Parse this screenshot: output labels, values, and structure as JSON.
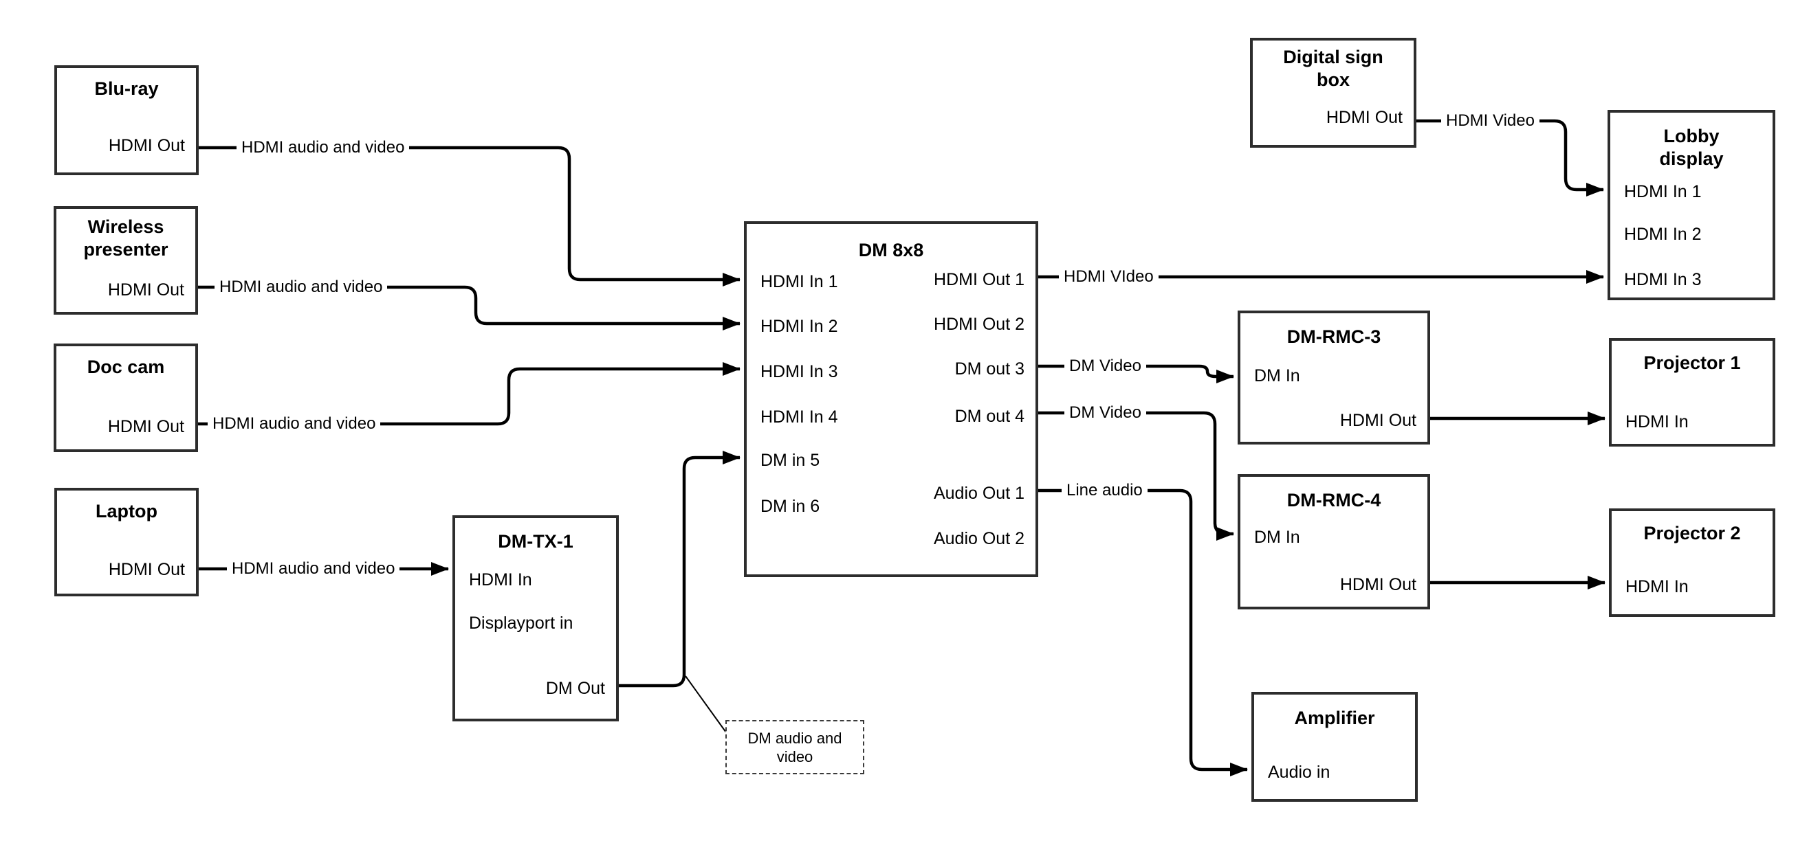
{
  "nodes": {
    "bluray": {
      "title": "Blu-ray",
      "ports": [
        "HDMI Out"
      ]
    },
    "wireless": {
      "title": "Wireless presenter",
      "ports": [
        "HDMI Out"
      ]
    },
    "doc_cam": {
      "title": "Doc cam",
      "ports": [
        "HDMI Out"
      ]
    },
    "laptop": {
      "title": "Laptop",
      "ports": [
        "HDMI Out"
      ]
    },
    "dm_tx_1": {
      "title": "DM-TX-1",
      "ports": [
        "HDMI In",
        "Displayport in",
        "DM Out"
      ]
    },
    "dm_8x8": {
      "title": "DM 8x8",
      "ports_left": [
        "HDMI In 1",
        "HDMI In 2",
        "HDMI In 3",
        "HDMI In 4",
        "DM in 5",
        "DM in 6"
      ],
      "ports_right": [
        "HDMI Out 1",
        "HDMI Out 2",
        "DM out 3",
        "DM out 4",
        "Audio Out 1",
        "Audio Out 2"
      ]
    },
    "digital_sign_box": {
      "title": "Digital sign box",
      "ports": [
        "HDMI Out"
      ]
    },
    "lobby_display": {
      "title": "Lobby display",
      "ports": [
        "HDMI In 1",
        "HDMI In 2",
        "HDMI In 3"
      ]
    },
    "dm_rmc_3": {
      "title": "DM-RMC-3",
      "ports": [
        "DM In",
        "HDMI Out"
      ]
    },
    "projector_1": {
      "title": "Projector 1",
      "ports": [
        "HDMI In"
      ]
    },
    "dm_rmc_4": {
      "title": "DM-RMC-4",
      "ports": [
        "DM In",
        "HDMI Out"
      ]
    },
    "projector_2": {
      "title": "Projector 2",
      "ports": [
        "HDMI In"
      ]
    },
    "amplifier": {
      "title": "Amplifier",
      "ports": [
        "Audio in"
      ]
    }
  },
  "edge_labels": {
    "bluray_to_dm8x8": "HDMI audio and video",
    "wireless_to_dm8x8": "HDMI audio and video",
    "doccam_to_dm8x8": "HDMI audio and video",
    "laptop_to_dmtx1": "HDMI audio and video",
    "dm8x8_to_lobby": "HDMI VIdeo",
    "dm8x8_to_rmc3": "DM Video",
    "dm8x8_to_rmc4": "DM Video",
    "dm8x8_to_amplifier": "Line audio",
    "sign_to_lobby": "HDMI Video"
  },
  "note": {
    "text": "DM audio and video"
  },
  "colors": {
    "wire": "#000000",
    "box_border": "#2d2d2d",
    "background": "#ffffff"
  }
}
